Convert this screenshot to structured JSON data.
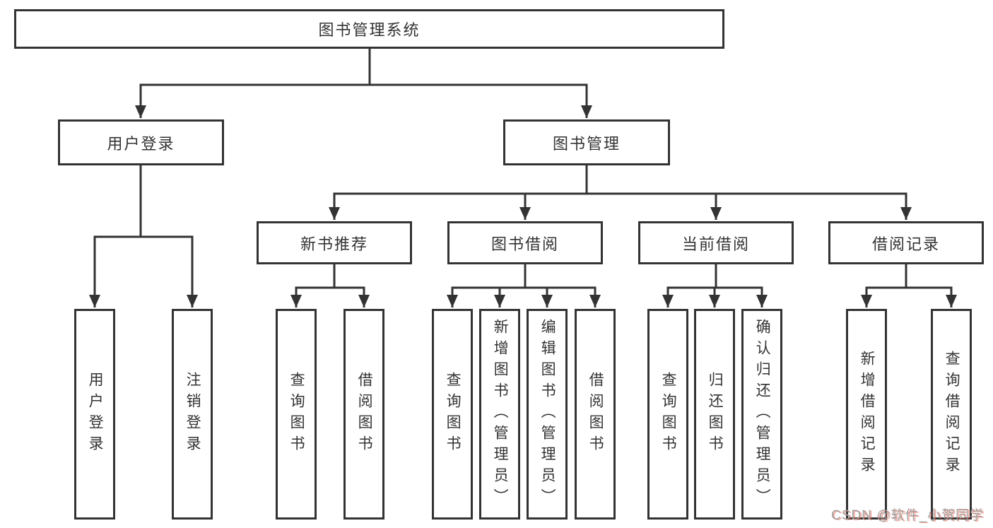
{
  "diagram": {
    "root": {
      "label": "图书管理系统"
    },
    "branches": [
      {
        "label": "用户登录",
        "children": [
          {
            "label": "用户登录"
          },
          {
            "label": "注销登录"
          }
        ]
      },
      {
        "label": "图书管理",
        "children": [
          {
            "label": "新书推荐",
            "children": [
              {
                "label": "查询图书"
              },
              {
                "label": "借阅图书"
              }
            ]
          },
          {
            "label": "图书借阅",
            "children": [
              {
                "label": "查询图书"
              },
              {
                "label": "新增图书（管理员）"
              },
              {
                "label": "编辑图书（管理员）"
              },
              {
                "label": "借阅图书"
              }
            ]
          },
          {
            "label": "当前借阅",
            "children": [
              {
                "label": "查询图书"
              },
              {
                "label": "归还图书"
              },
              {
                "label": "确认归还（管理员）"
              }
            ]
          },
          {
            "label": "借阅记录",
            "children": [
              {
                "label": "新增借阅记录"
              },
              {
                "label": "查询借阅记录"
              }
            ]
          }
        ]
      }
    ]
  },
  "colors": {
    "line": "#333333",
    "text": "#333333",
    "watermark": "#a1a1a1",
    "watermark_accent": "#e9503c"
  },
  "watermark": {
    "text": "CSDN @软件_小贺同学"
  }
}
